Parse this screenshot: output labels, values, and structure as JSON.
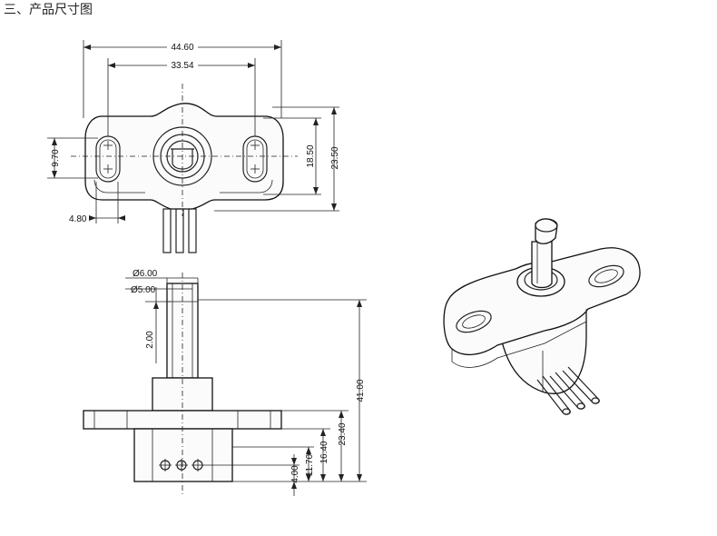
{
  "heading": "三、产品尺寸图",
  "dimensions": {
    "overall_width": "44.60",
    "slot_spacing": "33.54",
    "slot_height": "9.70",
    "slot_width": "4.80",
    "inner_height": "18.50",
    "outer_height": "23.50",
    "shaft_outer_dia": "Ø6.00",
    "shaft_inner_dia": "Ø5.00",
    "shaft_flat": "2.00",
    "total_height": "41.00",
    "to_flange": "23.40",
    "to_body": "16.40",
    "to_pins": "11.70",
    "pin_offset": "4.00"
  }
}
